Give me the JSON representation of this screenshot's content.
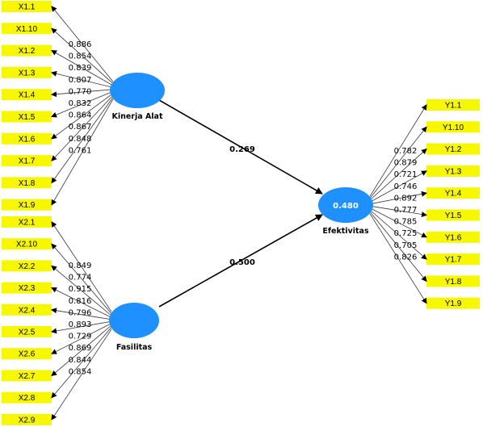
{
  "colors": {
    "latent_fill": "#1e90ff",
    "indicator_fill": "#f7f700",
    "line": "#333333"
  },
  "latent_variables": {
    "kinerja": {
      "label": "Kinerja Alat"
    },
    "fasilitas": {
      "label": "Fasilitas"
    },
    "efektivitas": {
      "label": "Efektivitas",
      "r_squared": "0.480"
    }
  },
  "paths": {
    "kinerja_to_efektivitas": "0.269",
    "fasilitas_to_efektivitas": "0.500"
  },
  "indicators": {
    "kinerja": [
      {
        "name": "X1.1",
        "loading": "0.886"
      },
      {
        "name": "X1.10",
        "loading": "0.854"
      },
      {
        "name": "X1.2",
        "loading": "0.839"
      },
      {
        "name": "X1.3",
        "loading": "0.807"
      },
      {
        "name": "X1.4",
        "loading": "0.770"
      },
      {
        "name": "X1.5",
        "loading": "0.832"
      },
      {
        "name": "X1.6",
        "loading": "0.864"
      },
      {
        "name": "X1.7",
        "loading": "0.867"
      },
      {
        "name": "X1.8",
        "loading": "0.848"
      },
      {
        "name": "X1.9",
        "loading": "0.761"
      }
    ],
    "fasilitas": [
      {
        "name": "X2.1",
        "loading": "0.849"
      },
      {
        "name": "X2.10",
        "loading": "0.774"
      },
      {
        "name": "X2.2",
        "loading": "0.915"
      },
      {
        "name": "X2.3",
        "loading": "0.816"
      },
      {
        "name": "X2.4",
        "loading": "0.796"
      },
      {
        "name": "X2.5",
        "loading": "0.893"
      },
      {
        "name": "X2.6",
        "loading": "0.729"
      },
      {
        "name": "X2.7",
        "loading": "0.869"
      },
      {
        "name": "X2.8",
        "loading": "0.844"
      },
      {
        "name": "X2.9",
        "loading": "0.854"
      }
    ],
    "efektivitas": [
      {
        "name": "Y1.1",
        "loading": "0.782"
      },
      {
        "name": "Y1.10",
        "loading": "0.879"
      },
      {
        "name": "Y1.2",
        "loading": "0.721"
      },
      {
        "name": "Y1.3",
        "loading": "0.746"
      },
      {
        "name": "Y1.4",
        "loading": "0.892"
      },
      {
        "name": "Y1.5",
        "loading": "0.777"
      },
      {
        "name": "Y1.6",
        "loading": "0.785"
      },
      {
        "name": "Y1.7",
        "loading": "0.725"
      },
      {
        "name": "Y1.8",
        "loading": "0.705"
      },
      {
        "name": "Y1.9",
        "loading": "0.826"
      }
    ]
  }
}
